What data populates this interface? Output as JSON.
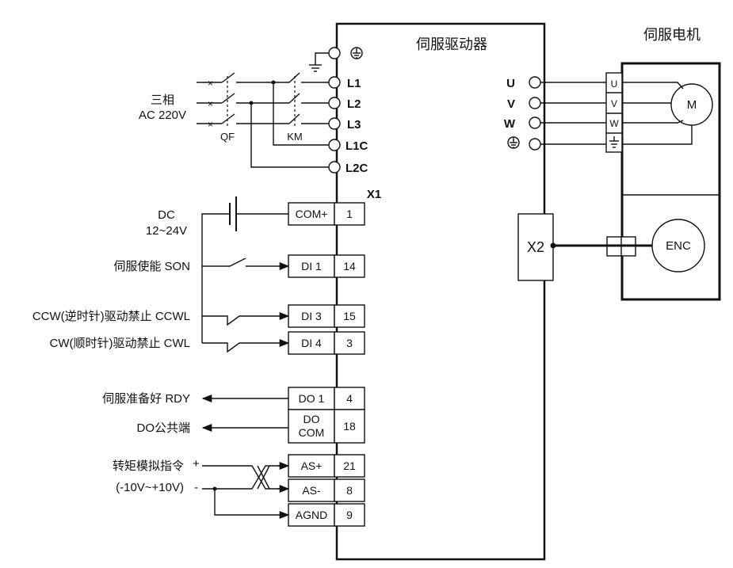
{
  "driver": {
    "title": "伺服驱动器",
    "connector_x1": "X1",
    "connector_x2": "X2"
  },
  "motor": {
    "title": "伺服电机",
    "motor_symbol": "M",
    "encoder_symbol": "ENC",
    "phase_u": "U",
    "phase_v": "V",
    "phase_w": "W"
  },
  "power": {
    "supply_label_1": "三相",
    "supply_label_2": "AC 220V",
    "breaker_label": "QF",
    "contactor_label": "KM",
    "terminals": [
      "L1",
      "L2",
      "L3",
      "L1C",
      "L2C"
    ]
  },
  "outputs": {
    "u": "U",
    "v": "V",
    "w": "W"
  },
  "dc_supply": {
    "label_1": "DC",
    "label_2": "12~24V"
  },
  "signals": {
    "son": "伺服使能  SON",
    "ccwl": "CCW(逆时针)驱动禁止  CCWL",
    "cwl": "CW(顺时针)驱动禁止  CWL",
    "rdy": "伺服准备好  RDY",
    "do_common": "DO公共端",
    "torque_1": "转矩模拟指令",
    "torque_2": "(-10V~+10V)",
    "plus": "+",
    "minus": "-"
  },
  "io_terminals": [
    {
      "name": "COM+",
      "pin": "1"
    },
    {
      "name": "DI 1",
      "pin": "14"
    },
    {
      "name": "DI 3",
      "pin": "15"
    },
    {
      "name": "DI 4",
      "pin": "3"
    },
    {
      "name": "DO 1",
      "pin": "4"
    },
    {
      "name": "DO",
      "name2": "COM",
      "pin": "18"
    },
    {
      "name": "AS+",
      "pin": "21"
    },
    {
      "name": "AS-",
      "pin": "8"
    },
    {
      "name": "AGND",
      "pin": "9"
    }
  ]
}
